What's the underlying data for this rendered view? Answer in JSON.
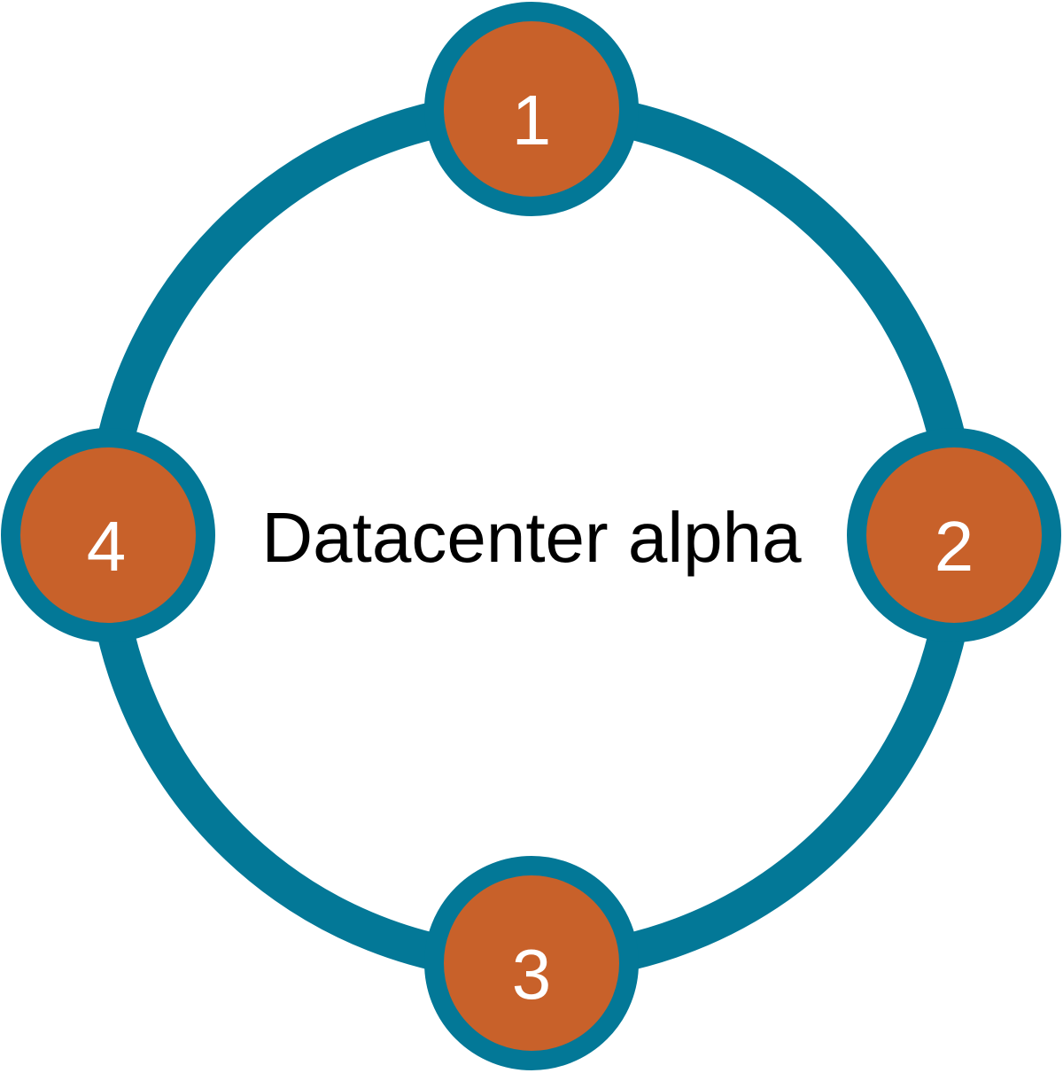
{
  "diagram": {
    "center_label": "Datacenter alpha",
    "nodes": [
      {
        "label": "1",
        "position": "top"
      },
      {
        "label": "2",
        "position": "right"
      },
      {
        "label": "3",
        "position": "bottom"
      },
      {
        "label": "4",
        "position": "left"
      }
    ]
  },
  "colors": {
    "ring": "#037897",
    "node_fill": "#c8612a",
    "node_border": "#037897",
    "node_text": "#ffffff",
    "center_text": "#000000",
    "background": "#ffffff"
  }
}
